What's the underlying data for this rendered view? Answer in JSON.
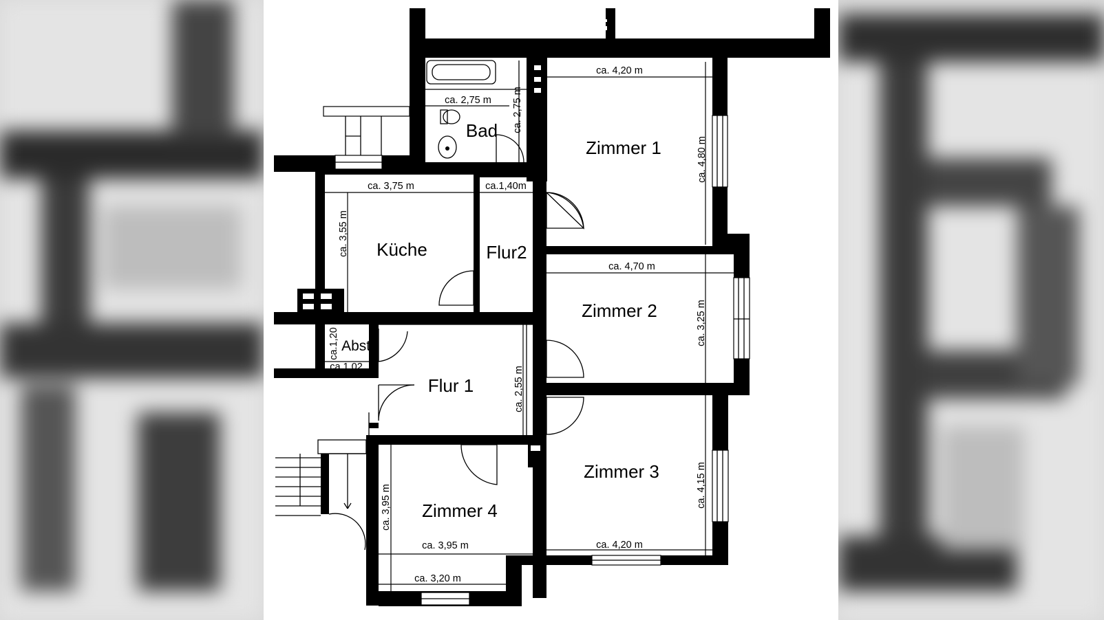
{
  "rooms": {
    "zimmer1": "Zimmer 1",
    "zimmer2": "Zimmer 2",
    "zimmer3": "Zimmer 3",
    "zimmer4": "Zimmer 4",
    "kueche": "Küche",
    "flur1": "Flur 1",
    "flur2": "Flur2",
    "bad": "Bad",
    "abst": "Abst."
  },
  "dimensions": {
    "zimmer1_width": "ca. 4,20 m",
    "zimmer1_height": "ca. 4,80 m",
    "bad_width": "ca. 2,75 m",
    "bad_height": "ca. 2,75 m",
    "kueche_width": "ca. 3,75 m",
    "kueche_height": "ca. 3,55 m",
    "flur2_width": "ca.1,40m",
    "zimmer2_width": "ca. 4,70 m",
    "zimmer2_height": "ca. 3,25 m",
    "abst_height": "ca.1,20",
    "abst_width": "ca.1,02",
    "flur1_height": "ca. 2,55 m",
    "zimmer3_height": "ca. 4,15 m",
    "zimmer3_width": "ca. 4,20 m",
    "zimmer4_height": "ca. 3,95 m",
    "zimmer4_width": "ca. 3,95 m",
    "zimmer4_bottom_width": "ca. 3,20 m"
  }
}
